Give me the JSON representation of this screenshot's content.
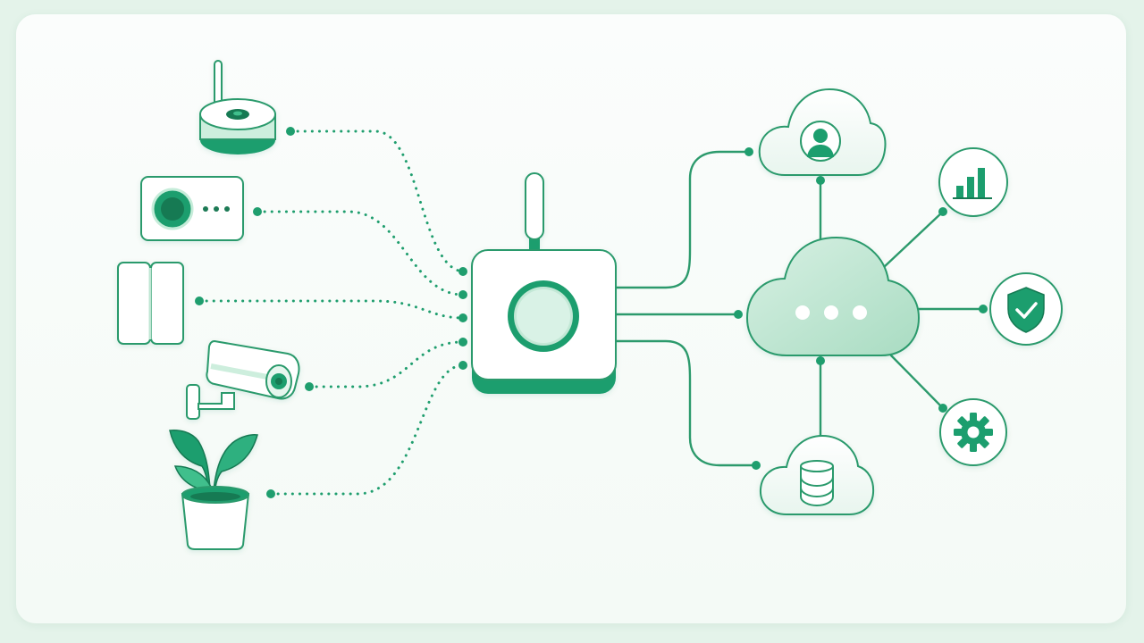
{
  "colors": {
    "primary": "#1f9e6e",
    "primary_dark": "#157a53",
    "primary_light": "#a8dcc4",
    "cloud_fill": "#bfe6d3",
    "stroke": "#2c9a6c",
    "card": "#ffffff"
  },
  "diagram": {
    "devices": [
      {
        "name": "wireless-sensor",
        "icon": "wifi-sensor-icon"
      },
      {
        "name": "smart-switch",
        "icon": "switch-panel-icon"
      },
      {
        "name": "door-window-sensor",
        "icon": "door-sensor-icon"
      },
      {
        "name": "security-camera",
        "icon": "camera-icon"
      },
      {
        "name": "smart-plant-pot",
        "icon": "plant-icon"
      }
    ],
    "hub": {
      "icon": "hub-gateway-icon"
    },
    "cloud_services": [
      {
        "name": "user-cloud",
        "icon": "user-icon"
      },
      {
        "name": "central-cloud",
        "icon": "cloud-dots-icon"
      },
      {
        "name": "database-cloud",
        "icon": "database-icon"
      }
    ],
    "cloud_features": [
      {
        "name": "analytics",
        "icon": "bar-chart-icon"
      },
      {
        "name": "security",
        "icon": "shield-check-icon"
      },
      {
        "name": "settings",
        "icon": "gear-icon"
      }
    ]
  }
}
